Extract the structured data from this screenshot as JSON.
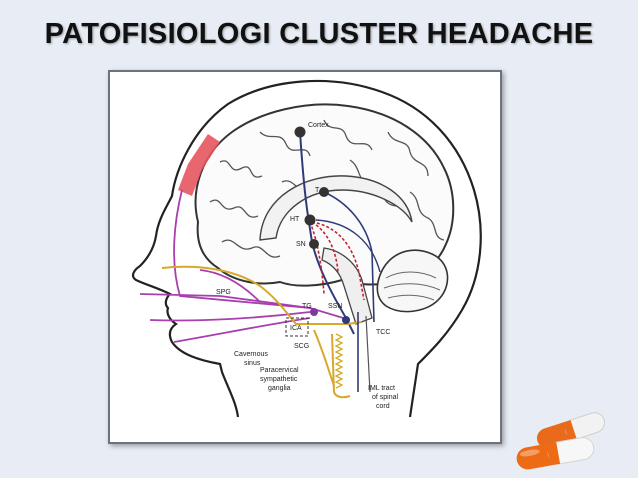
{
  "slide": {
    "title": "PATOFISIOLOGI CLUSTER HEADACHE"
  },
  "diagram": {
    "labels": {
      "cortex": "Cortex",
      "t": "T",
      "ht": "HT",
      "sn": "SN",
      "spg": "SPG",
      "tg": "TG",
      "ssn": "SSN",
      "ica": "ICA",
      "scg": "SCG",
      "tcc": "TCC",
      "cavernous_1": "Cavernous",
      "cavernous_2": "sinus",
      "paracervical_1": "Paracervical",
      "paracervical_2": "sympathetic",
      "paracervical_3": "ganglia",
      "iml_1": "IML tract",
      "iml_2": "of spinal",
      "iml_3": "cord"
    },
    "colors": {
      "trigeminal": "#a83fae",
      "parasympathetic": "#d6a92a",
      "descending": "#2f3b78",
      "hypothalamic": "#c4262e",
      "pain_area": "#e5565e"
    }
  },
  "decor": {
    "icons": [
      "capsule-pill-icon",
      "capsule-pill-icon"
    ]
  }
}
